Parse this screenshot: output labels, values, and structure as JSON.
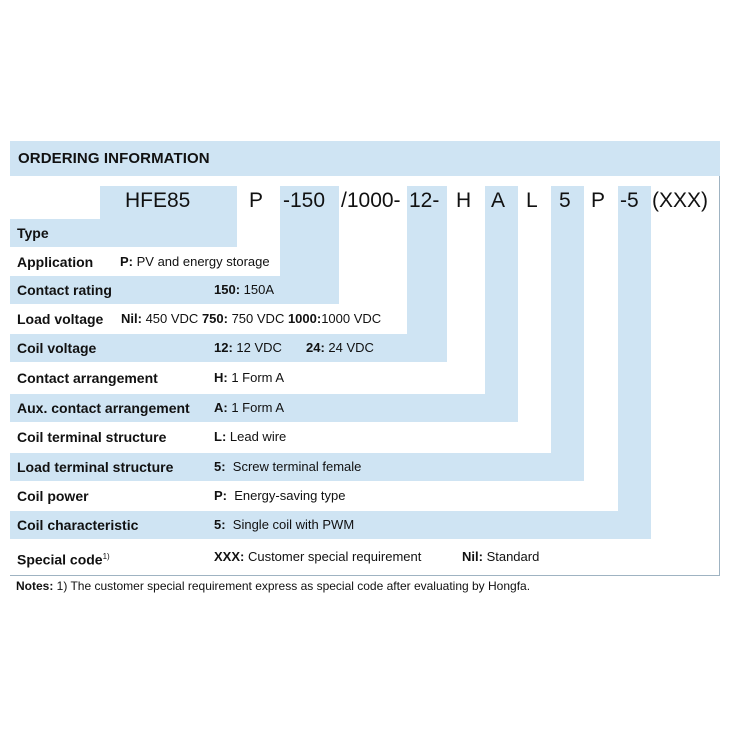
{
  "title": "ORDERING INFORMATION",
  "code": [
    "HFE85",
    "P",
    "-150",
    "/1000-",
    "12-",
    "H",
    "A",
    "L",
    "5",
    "P",
    "-5",
    "(XXX)"
  ],
  "rows": [
    {
      "label": "Type",
      "k1": "",
      "v1": "",
      "k2": "",
      "v2": "",
      "k3": "",
      "v3": ""
    },
    {
      "label": "Application",
      "k1": "P:",
      "v1": " PV and energy storage",
      "k2": "",
      "v2": "",
      "k3": "",
      "v3": ""
    },
    {
      "label": "Contact rating",
      "k1": "150:",
      "v1": " 150A",
      "k2": "",
      "v2": "",
      "k3": "",
      "v3": ""
    },
    {
      "label": "Load voltage",
      "k1": "Nil:",
      "v1": " 450 VDC ",
      "k2": "750:",
      "v2": " 750 VDC ",
      "k3": "1000:",
      "v3": "1000 VDC"
    },
    {
      "label": "Coil voltage",
      "k1": "12:",
      "v1": " 12 VDC",
      "k2": "24:",
      "v2": " 24 VDC",
      "k3": "",
      "v3": ""
    },
    {
      "label": "Contact arrangement",
      "k1": "H:",
      "v1": " 1 Form A",
      "k2": "",
      "v2": "",
      "k3": "",
      "v3": ""
    },
    {
      "label": "Aux. contact arrangement",
      "k1": "A:",
      "v1": " 1 Form A",
      "k2": "",
      "v2": "",
      "k3": "",
      "v3": ""
    },
    {
      "label": "Coil terminal structure",
      "k1": "L:",
      "v1": " Lead wire",
      "k2": "",
      "v2": "",
      "k3": "",
      "v3": ""
    },
    {
      "label": "Load terminal structure",
      "k1": "5:",
      "v1": "  Screw terminal female",
      "k2": "",
      "v2": "",
      "k3": "",
      "v3": ""
    },
    {
      "label": "Coil power",
      "k1": "P:",
      "v1": "  Energy-saving type",
      "k2": "",
      "v2": "",
      "k3": "",
      "v3": ""
    },
    {
      "label": "Coil characteristic",
      "k1": "5:",
      "v1": "  Single coil with PWM",
      "k2": "",
      "v2": "",
      "k3": "",
      "v3": ""
    },
    {
      "label": "Special code",
      "label_sup": "1)",
      "k1": "XXX:",
      "v1": " Customer special requirement",
      "k2": "Nil:",
      "v2": " Standard",
      "k3": "",
      "v3": ""
    }
  ],
  "notes": {
    "prefix": "Notes:",
    "text": " 1) The customer special requirement express as special code after evaluating by Hongfa."
  },
  "colors": {
    "band": "#cfe4f3",
    "border": "#9fb3c2"
  }
}
